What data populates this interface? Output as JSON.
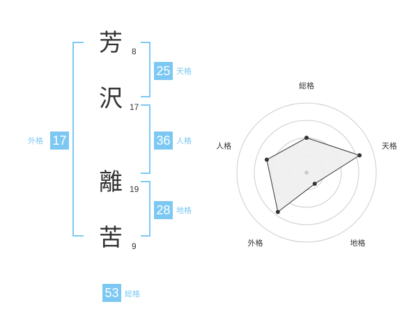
{
  "name": {
    "chars": [
      {
        "char": "芳",
        "strokes": "8"
      },
      {
        "char": "沢",
        "strokes": "17"
      },
      {
        "char": "離",
        "strokes": "19"
      },
      {
        "char": "苦",
        "strokes": "9"
      }
    ]
  },
  "fortune": {
    "tenkaku": {
      "value": "25",
      "label": "天格"
    },
    "jinkaku": {
      "value": "36",
      "label": "人格"
    },
    "chikaku": {
      "value": "28",
      "label": "地格"
    },
    "gaikaku": {
      "value": "17",
      "label": "外格"
    },
    "soukaku": {
      "value": "53",
      "label": "総格"
    }
  },
  "chart_data": {
    "type": "radar",
    "axes": [
      "総格",
      "天格",
      "地格",
      "外格",
      "人格"
    ],
    "values": [
      0.5,
      0.8,
      0.2,
      0.7,
      0.6
    ],
    "rings": 4,
    "range": [
      0,
      1
    ],
    "colors": {
      "fill": "#eeeeee",
      "stroke": "#333333",
      "grid": "#cccccc",
      "accent": "#7cc8f2"
    }
  }
}
